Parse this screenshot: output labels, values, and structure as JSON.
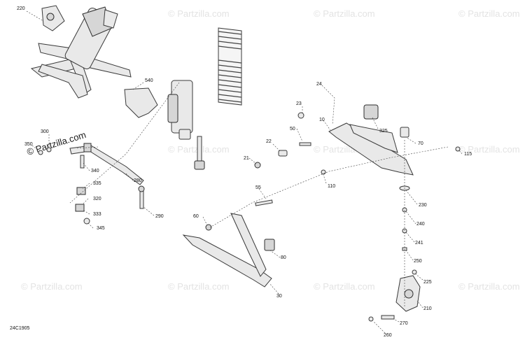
{
  "watermark_text": "© Partzilla.com",
  "brand_text": "© Partzilla.com",
  "diagram_code": "24C1905",
  "callouts": [
    {
      "id": "220",
      "label": "220"
    },
    {
      "id": "540",
      "label": "540"
    },
    {
      "id": "300",
      "label": "300"
    },
    {
      "id": "350",
      "label": "350"
    },
    {
      "id": "340",
      "label": "340"
    },
    {
      "id": "335",
      "label": "335"
    },
    {
      "id": "320",
      "label": "320"
    },
    {
      "id": "333",
      "label": "333"
    },
    {
      "id": "345",
      "label": "345"
    },
    {
      "id": "280",
      "label": "280"
    },
    {
      "id": "290",
      "label": "290"
    },
    {
      "id": "24",
      "label": "24"
    },
    {
      "id": "23",
      "label": "23"
    },
    {
      "id": "10",
      "label": "10"
    },
    {
      "id": "50",
      "label": "50"
    },
    {
      "id": "22",
      "label": "22"
    },
    {
      "id": "21",
      "label": "21"
    },
    {
      "id": "325",
      "label": "325"
    },
    {
      "id": "70",
      "label": "70"
    },
    {
      "id": "115",
      "label": "115"
    },
    {
      "id": "110",
      "label": "110"
    },
    {
      "id": "55",
      "label": "55"
    },
    {
      "id": "60",
      "label": "60"
    },
    {
      "id": "80",
      "label": "80"
    },
    {
      "id": "30",
      "label": "30"
    },
    {
      "id": "230",
      "label": "230"
    },
    {
      "id": "240",
      "label": "240"
    },
    {
      "id": "241",
      "label": "241"
    },
    {
      "id": "250",
      "label": "250"
    },
    {
      "id": "225",
      "label": "225"
    },
    {
      "id": "210",
      "label": "210"
    },
    {
      "id": "270",
      "label": "270"
    },
    {
      "id": "260",
      "label": "260"
    }
  ]
}
